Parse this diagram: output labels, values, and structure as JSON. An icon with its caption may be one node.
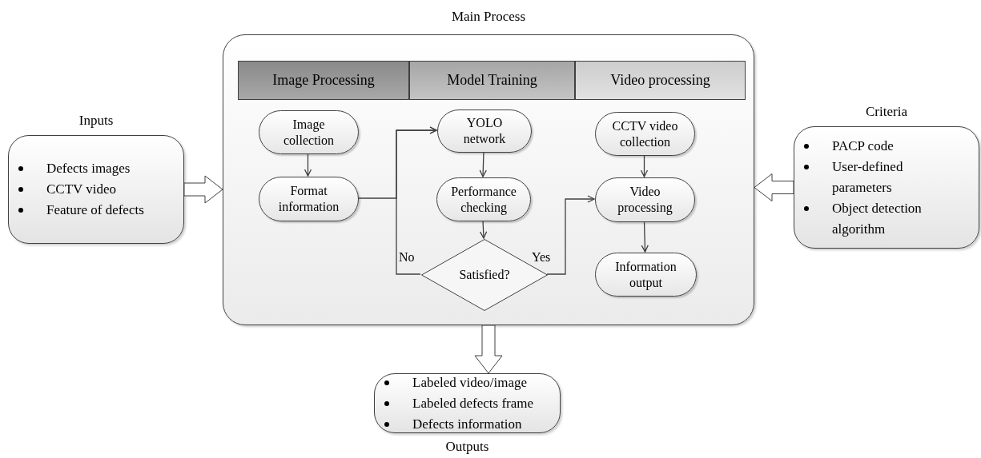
{
  "diagram": {
    "nodes": [
      {
        "text": [
          "Main Process"
        ]
      },
      {
        "text": [
          "Inputs",
          "Defects images",
          "CCTV video",
          "Feature of defects"
        ]
      },
      {
        "text": [
          "Criteria",
          "PACP code",
          "User-defined parameters",
          "Object detection algorithm"
        ]
      },
      {
        "text": [
          "Labeled video/image",
          "Labeled defects frame",
          "Defects information",
          "Outputs"
        ]
      },
      {
        "text": [
          "Image Processing"
        ],
        "in": 0
      },
      {
        "text": [
          "Model Training"
        ],
        "in": 0
      },
      {
        "text": [
          "Video processing"
        ],
        "in": 0
      },
      {
        "text": [
          "Image collection"
        ],
        "in": 0
      },
      {
        "text": [
          "Format information"
        ],
        "in": 0
      },
      {
        "text": [
          "YOLO network"
        ],
        "in": 0
      },
      {
        "text": [
          "Performance checking"
        ],
        "in": 0
      },
      {
        "text": [
          "Satisfied?"
        ],
        "in": 0
      },
      {
        "text": [
          "CCTV video collection"
        ],
        "in": 0
      },
      {
        "text": [
          "Video processing"
        ],
        "in": 0
      },
      {
        "text": [
          "Information output"
        ],
        "in": 0
      }
    ],
    "edges": [
      {
        "from": 1,
        "to": 0,
        "arrow": "to",
        "style": "thick"
      },
      {
        "from": 2,
        "to": 0,
        "arrow": "to",
        "style": "thick"
      },
      {
        "from": 0,
        "to": 3,
        "arrow": "to",
        "style": "thick"
      },
      {
        "from": 7,
        "to": 8,
        "arrow": "to"
      },
      {
        "from": 9,
        "to": 10,
        "arrow": "to"
      },
      {
        "from": 10,
        "to": 11,
        "arrow": "to"
      },
      {
        "from": 8,
        "to": 9,
        "arrow": "to"
      },
      {
        "from": 11,
        "to": 9,
        "arrow": "to",
        "label": "No"
      },
      {
        "from": 11,
        "to": 13,
        "arrow": "to",
        "label": "Yes"
      },
      {
        "from": 12,
        "to": 13,
        "arrow": "to"
      },
      {
        "from": 13,
        "to": 14,
        "arrow": "to"
      }
    ]
  }
}
